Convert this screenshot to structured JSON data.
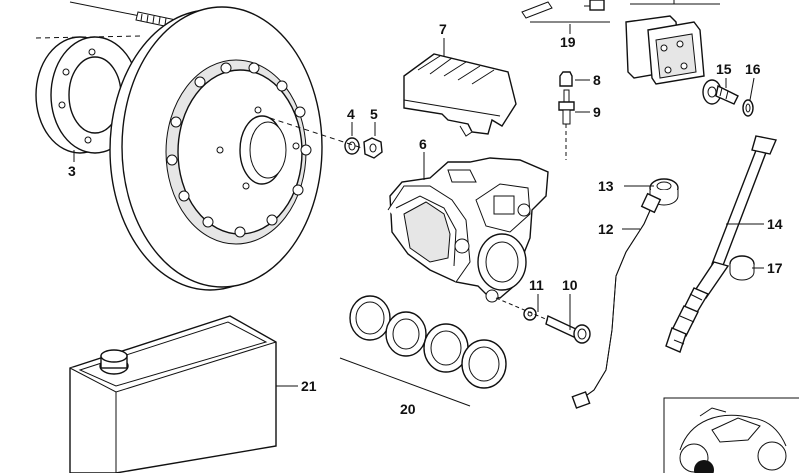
{
  "callouts": {
    "n3": "3",
    "n4": "4",
    "n5": "5",
    "n6": "6",
    "n7": "7",
    "n8": "8",
    "n9": "9",
    "n10": "10",
    "n11": "11",
    "n12": "12",
    "n13": "13",
    "n14": "14",
    "n15": "15",
    "n16": "16",
    "n17": "17",
    "n19": "19",
    "n20": "20",
    "n21": "21"
  }
}
